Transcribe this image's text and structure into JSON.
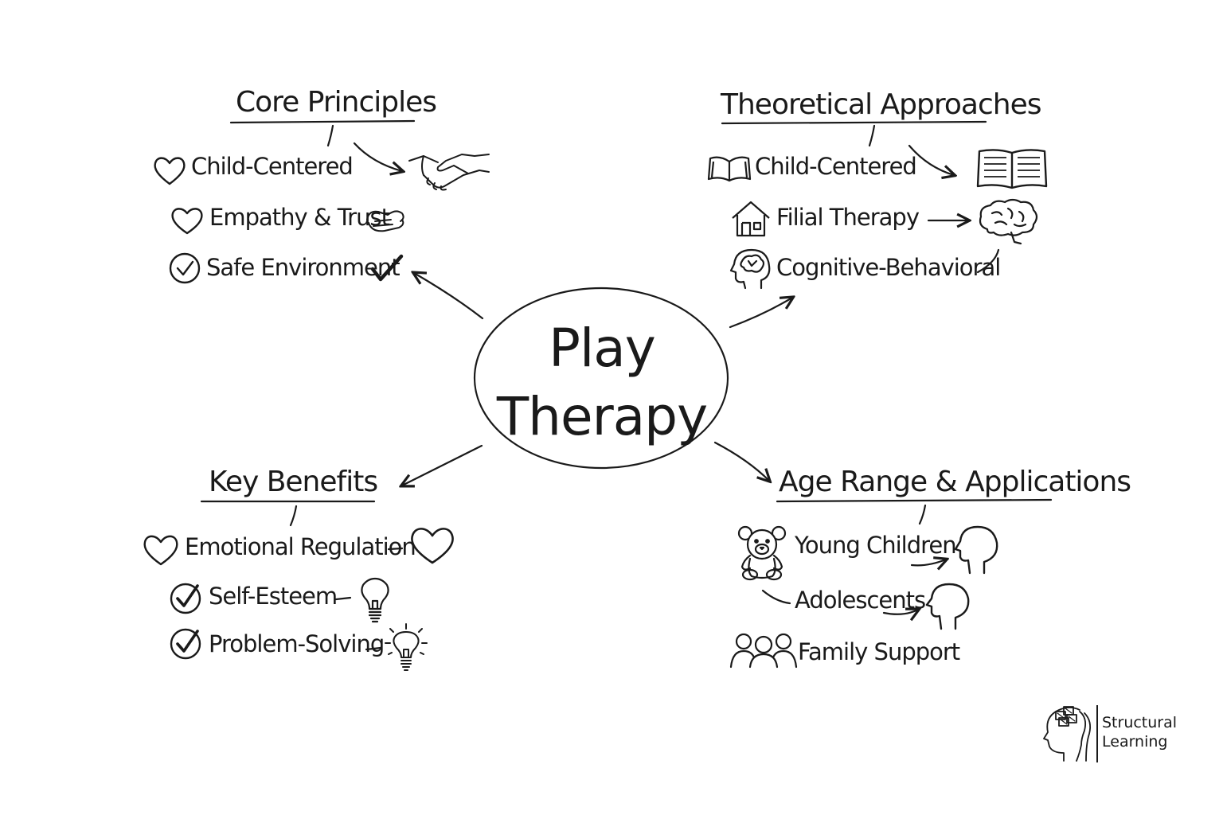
{
  "center": {
    "line1": "Play",
    "line2": "Therapy"
  },
  "branches": {
    "core_principles": {
      "heading": "Core Principles",
      "items": [
        "Child-Centered",
        "Empathy & Trust",
        "Safe Environment"
      ]
    },
    "theoretical_approaches": {
      "heading": "Theoretical Approaches",
      "items": [
        "Child-Centered",
        "Filial Therapy",
        "Cognitive-Behavioral"
      ]
    },
    "key_benefits": {
      "heading": "Key Benefits",
      "items": [
        "Emotional Regulation",
        "Self-Esteem",
        "Problem-Solving"
      ]
    },
    "age_range": {
      "heading": "Age Range & Applications",
      "items": [
        "Young Children",
        "Adolescents",
        "Family Support"
      ]
    }
  },
  "brand": {
    "line1": "Structural",
    "line2": "Learning"
  },
  "icons": {
    "core": [
      "heart-icon",
      "handshake-icon",
      "heart-icon",
      "hands-icon",
      "check-circle-icon",
      "checkmark-icon"
    ],
    "theory": [
      "open-book-icon",
      "book-icon",
      "house-icon",
      "brain-icon",
      "head-brain-icon"
    ],
    "benefits": [
      "heart-icon",
      "heart-icon",
      "check-circle-icon",
      "lightbulb-icon",
      "check-circle-icon",
      "bright-lightbulb-icon"
    ],
    "age": [
      "teddy-bear-icon",
      "head-profile-icon",
      "head-profile-icon",
      "family-icon"
    ]
  }
}
